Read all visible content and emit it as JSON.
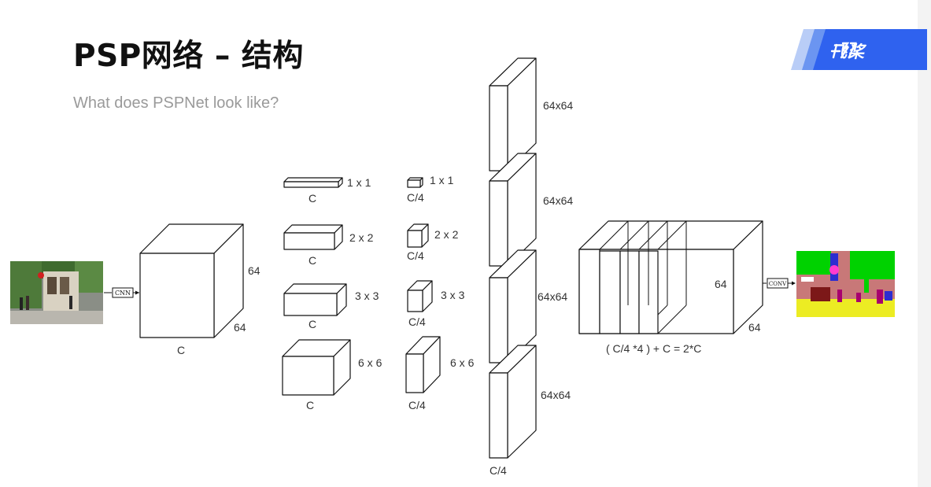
{
  "title": "PSP网络 – 结构",
  "subtitle": "What does PSPNet look like?",
  "logo": {
    "text": "飞桨",
    "colors": [
      "#3264ff",
      "#2a57e8",
      "#b9cdf7"
    ]
  },
  "diagram": {
    "cnn_label": "CNN",
    "conv_label": "CONV",
    "feature_map": {
      "height": "64",
      "width": "64",
      "channels": "C"
    },
    "pools": [
      {
        "size": "1 x 1",
        "channels": "C",
        "reduced_size": "1 x 1",
        "reduced_channels": "C/4"
      },
      {
        "size": "2 x 2",
        "channels": "C",
        "reduced_size": "2 x 2",
        "reduced_channels": "C/4"
      },
      {
        "size": "3 x 3",
        "channels": "C",
        "reduced_size": "3 x 3",
        "reduced_channels": "C/4"
      },
      {
        "size": "6 x 6",
        "channels": "C",
        "reduced_size": "6 x 6",
        "reduced_channels": "C/4"
      }
    ],
    "upsampled": [
      "64x64",
      "64x64",
      "64x64",
      "64x64"
    ],
    "upsampled_channels": "C/4",
    "concat": {
      "height": "64",
      "width": "64",
      "formula": "( C/4 *4 ) + C = 2*C"
    },
    "segmentation_colors": [
      "#c87878",
      "#00d200",
      "#ecec23",
      "#a8006e",
      "#2d2dd0",
      "#ff3ccf",
      "#ffffff",
      "#7c1818"
    ]
  }
}
